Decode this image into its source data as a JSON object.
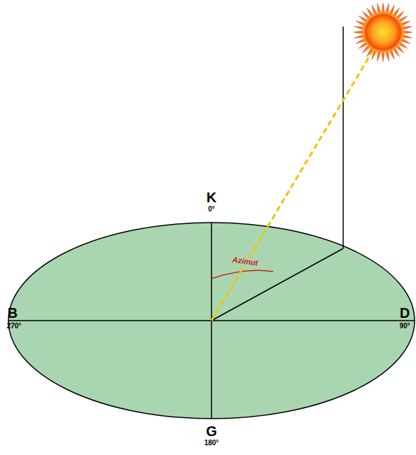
{
  "diagram": {
    "labels": [
      "K",
      "0°",
      "Azimut",
      "B",
      "270°",
      "D",
      "90°",
      "G",
      "180°"
    ]
  }
}
